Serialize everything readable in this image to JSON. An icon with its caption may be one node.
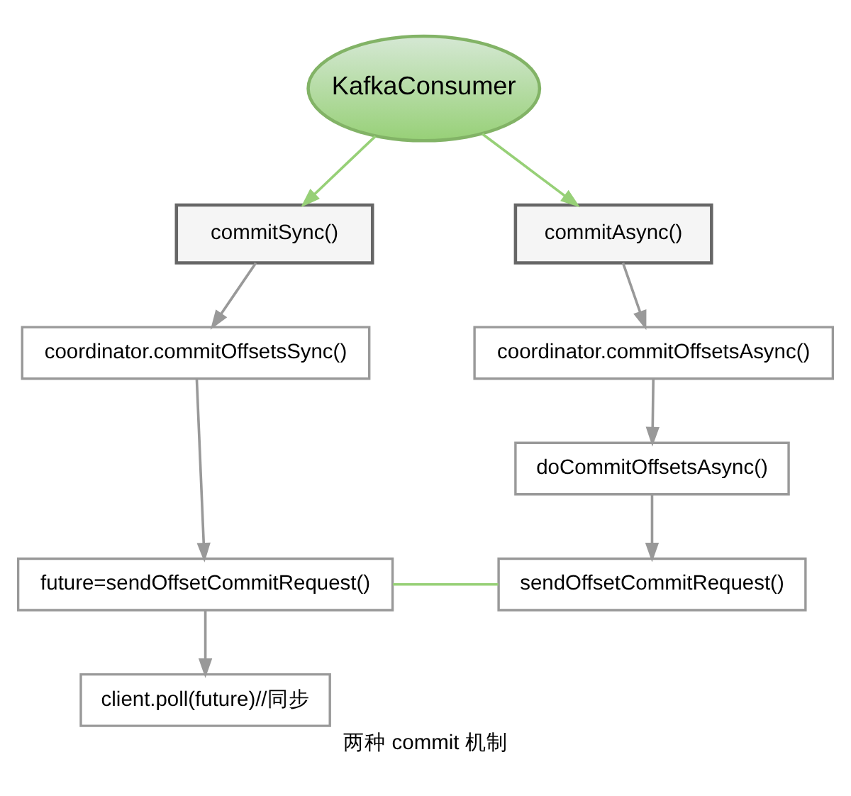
{
  "diagram": {
    "caption": "两种 commit 机制",
    "nodes": [
      {
        "text": [
          "KafkaConsumer"
        ]
      },
      {
        "text": [
          "commitSync()"
        ]
      },
      {
        "text": [
          "commitAsync()"
        ]
      },
      {
        "text": [
          "coordinator.commitOffsetsSync()"
        ]
      },
      {
        "text": [
          "coordinator.commitOffsetsAsync()"
        ]
      },
      {
        "text": [
          "doCommitOffsetsAsync()"
        ]
      },
      {
        "text": [
          "future=sendOffsetCommitRequest()"
        ]
      },
      {
        "text": [
          "sendOffsetCommitRequest()"
        ]
      },
      {
        "text": [
          "client.poll(future)//同步"
        ]
      }
    ],
    "edges": [
      {
        "from": 0,
        "to": 1,
        "arrow": "to",
        "color": "#97d077"
      },
      {
        "from": 0,
        "to": 2,
        "arrow": "to",
        "color": "#97d077"
      },
      {
        "from": 1,
        "to": 3,
        "arrow": "to"
      },
      {
        "from": 2,
        "to": 4,
        "arrow": "to"
      },
      {
        "from": 3,
        "to": 6,
        "arrow": "to"
      },
      {
        "from": 4,
        "to": 5,
        "arrow": "to"
      },
      {
        "from": 5,
        "to": 7,
        "arrow": "to"
      },
      {
        "from": 6,
        "to": 8,
        "arrow": "to"
      },
      {
        "from": 6,
        "to": 7,
        "arrow": "none",
        "color": "#97d077"
      }
    ]
  }
}
